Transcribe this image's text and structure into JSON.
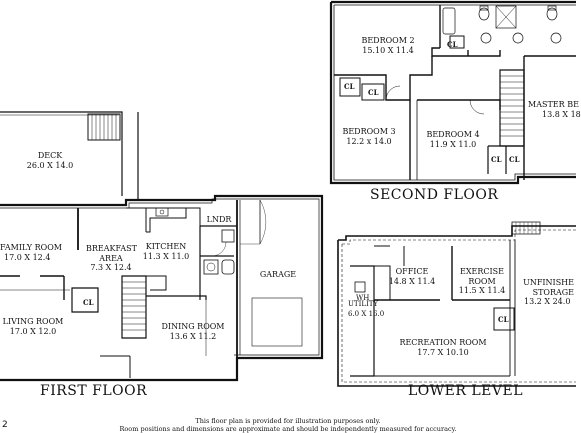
{
  "floors": {
    "second": {
      "title": "SECOND FLOOR",
      "rooms": [
        {
          "name": "BEDROOM 2",
          "dims": "15.10 X 11.4"
        },
        {
          "name": "BEDROOM 3",
          "dims": "12.2 x 14.0"
        },
        {
          "name": "BEDROOM 4",
          "dims": "11.9 X 11.0"
        },
        {
          "name": "MASTER BE",
          "dims": "13.8 X 18"
        }
      ],
      "closets": [
        "CL",
        "CL",
        "CL",
        "CL",
        "CL"
      ]
    },
    "first": {
      "title": "FIRST FLOOR",
      "rooms": [
        {
          "name": "DECK",
          "dims": "26.0 X 14.0"
        },
        {
          "name": "FAMILY ROOM",
          "dims": "17.0 X 12.4"
        },
        {
          "name": "BREAKFAST AREA",
          "dims": "7.3 X 12.4"
        },
        {
          "name": "KITCHEN",
          "dims": "11.3 X 11.0"
        },
        {
          "name": "LNDR",
          "dims": ""
        },
        {
          "name": "GARAGE",
          "dims": ""
        },
        {
          "name": "LIVING ROOM",
          "dims": "17.0 X 12.0"
        },
        {
          "name": "DINING ROOM",
          "dims": "13.6 X 11.2"
        }
      ],
      "closets": [
        "CL"
      ]
    },
    "lower": {
      "title": "LOWER LEVEL",
      "rooms": [
        {
          "name": "OFFICE",
          "dims": "14.8 X 11.4"
        },
        {
          "name": "EXERCISE ROOM",
          "dims": "11.5 X 11.4"
        },
        {
          "name": "UNFINISHE STORAGE",
          "dims": "13.2 X 24.0"
        },
        {
          "name": "UTILITY",
          "dims": "6.0 X 16.0"
        },
        {
          "name": "RECREATION ROOM",
          "dims": "17.7 X 10.10"
        }
      ],
      "closets": [
        "CL"
      ],
      "wh_label": "WH"
    }
  },
  "disclaimer": {
    "line1": "This floor plan is provided for illustration purposes only.",
    "line2": "Room positions and dimensions are approximate and should be independently measured for accuracy."
  },
  "page_number": "2"
}
